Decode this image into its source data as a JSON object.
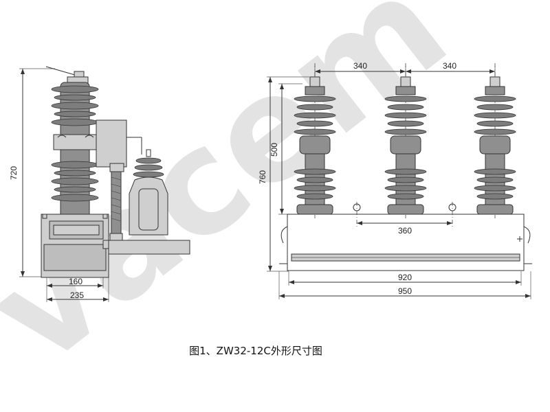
{
  "watermark": "vacem",
  "caption": "图1、ZW32-12C外形尺寸图",
  "dimensions": {
    "side_height": "720",
    "side_base_inner": "160",
    "side_base_outer": "235",
    "front_phase_spacing_left": "340",
    "front_phase_spacing_right": "340",
    "front_insulator_height": "500",
    "front_total_height": "760",
    "front_hole_spacing": "360",
    "front_base_inner": "920",
    "front_base_outer": "950"
  },
  "colors": {
    "line": "#333333",
    "body": "#8f8f8f",
    "shed": "#7d7d7d",
    "watermark": "#e3e3e3"
  }
}
